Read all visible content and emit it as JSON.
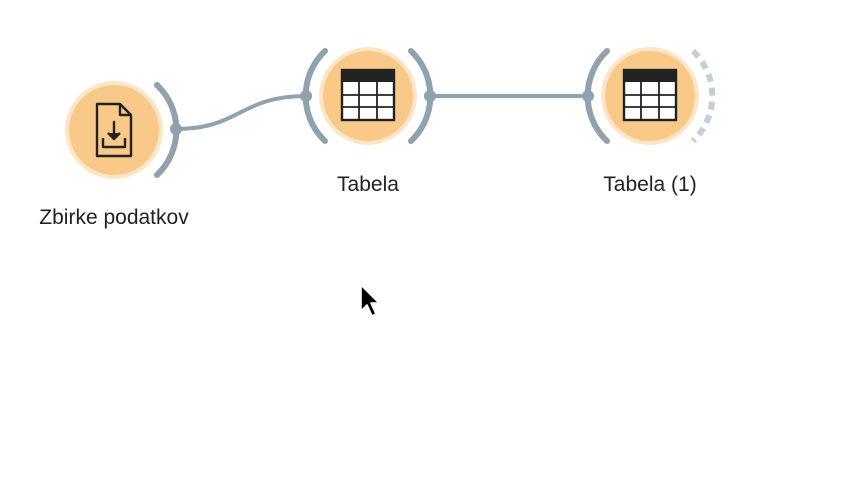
{
  "canvas": {
    "nodes": [
      {
        "id": "datasets",
        "label": "Zbirke podatkov",
        "icon": "file-download-icon"
      },
      {
        "id": "table-1",
        "label": "Tabela",
        "icon": "table-icon"
      },
      {
        "id": "table-2",
        "label": "Tabela (1)",
        "icon": "table-icon"
      }
    ],
    "links": [
      {
        "from": "datasets",
        "to": "table-1"
      },
      {
        "from": "table-1",
        "to": "table-2"
      }
    ]
  },
  "colors": {
    "node_fill": "#f9c98a",
    "node_halo": "#fde6c6",
    "channel": "#8fa2ad",
    "channel_unconnected": "#c5ced3",
    "icon": "#222222"
  }
}
